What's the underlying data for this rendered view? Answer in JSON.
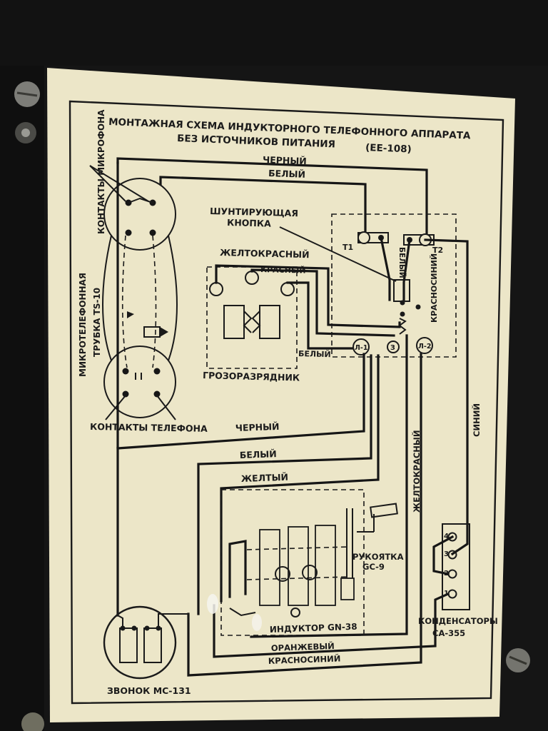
{
  "colors": {
    "plate": "#ece6c8",
    "ink": "#161616",
    "cabinet": "#141414",
    "screw": "#8c8c88"
  },
  "title": {
    "line1": "МОНТАЖНАЯ СХЕМА ИНДУКТОРНОГО ТЕЛЕФОННОГО АППАРАТА",
    "line2": "БЕЗ ИСТОЧНИКОВ ПИТАНИЯ",
    "model": "(ЕЕ-108)"
  },
  "handset": {
    "label_line1": "МИКРОТЕЛЕФОННАЯ",
    "label_line2": "ТРУБКА TS-10",
    "mic_contacts": "КОНТАКТЫ МИКРОФОНА",
    "phone_contacts": "КОНТАКТЫ ТЕЛЕФОНА"
  },
  "components": {
    "shunt_button_line1": "ШУНТИРУЮЩАЯ",
    "shunt_button_line2": "КНОПКА",
    "arrester": "ГРОЗОРАЗРЯДНИК",
    "crank_line1": "РУКОЯТКА",
    "crank_line2": "GC-9",
    "inductor": "ИНДУКТОР GN-38",
    "capacitors_line1": "КОНДЕНСАТОРЫ",
    "capacitors_line2": "CA-355",
    "bell": "ЗВОНОК МС-131"
  },
  "terminals": {
    "t1": "Т1",
    "t2": "Т2",
    "l1": "Л-1",
    "l2": "Л-2",
    "ground": "З",
    "cap_1": "1",
    "cap_2": "2",
    "cap_3": "3",
    "cap_4": "4"
  },
  "wires": {
    "black_top": "ЧЕРНЫЙ",
    "white_top": "БЕЛЫЙ",
    "yellow_red_top": "ЖЕЛТОКРАСНЫЙ",
    "red": "КРАСНЫЙ",
    "white_arrester": "БЕЛЫЙ",
    "white_vertical": "БЕЛЫЙ",
    "red_blue_vertical": "КРАСНОСИНИЙ",
    "black_mid": "ЧЕРНЫЙ",
    "white_mid": "БЕЛЫЙ",
    "yellow_mid": "ЖЕЛТЫЙ",
    "yellow_red_right": "ЖЕЛТОКРАСНЫЙ",
    "blue_right": "СИНИЙ",
    "orange": "ОРАНЖЕВЫЙ",
    "red_blue_bottom": "КРАСНОСИНИЙ"
  }
}
